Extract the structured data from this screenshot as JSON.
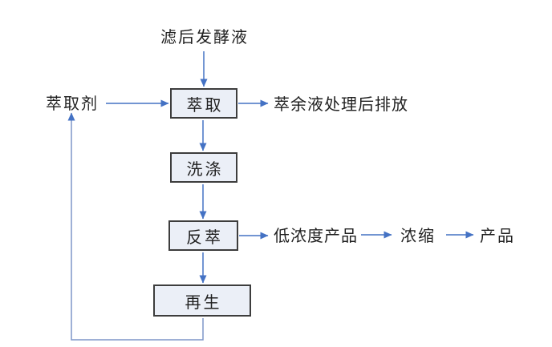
{
  "colors": {
    "arrow": "#4472c4",
    "loop_line": "#7e95c8",
    "box_fill": "#ebeff7",
    "box_border": "#3d3d3d",
    "text": "#1f1f1f",
    "background": "#ffffff"
  },
  "diagram": {
    "top_input": "滤后发酵液",
    "extractant": "萃取剂",
    "raffinate": "萃余液处理后排放",
    "boxes": {
      "extraction": "萃取",
      "washing": "洗涤",
      "back_extraction": "反萃",
      "regeneration": "再生"
    },
    "products": {
      "low_concentration": "低浓度产品",
      "concentration": "浓缩",
      "product": "产品"
    }
  }
}
